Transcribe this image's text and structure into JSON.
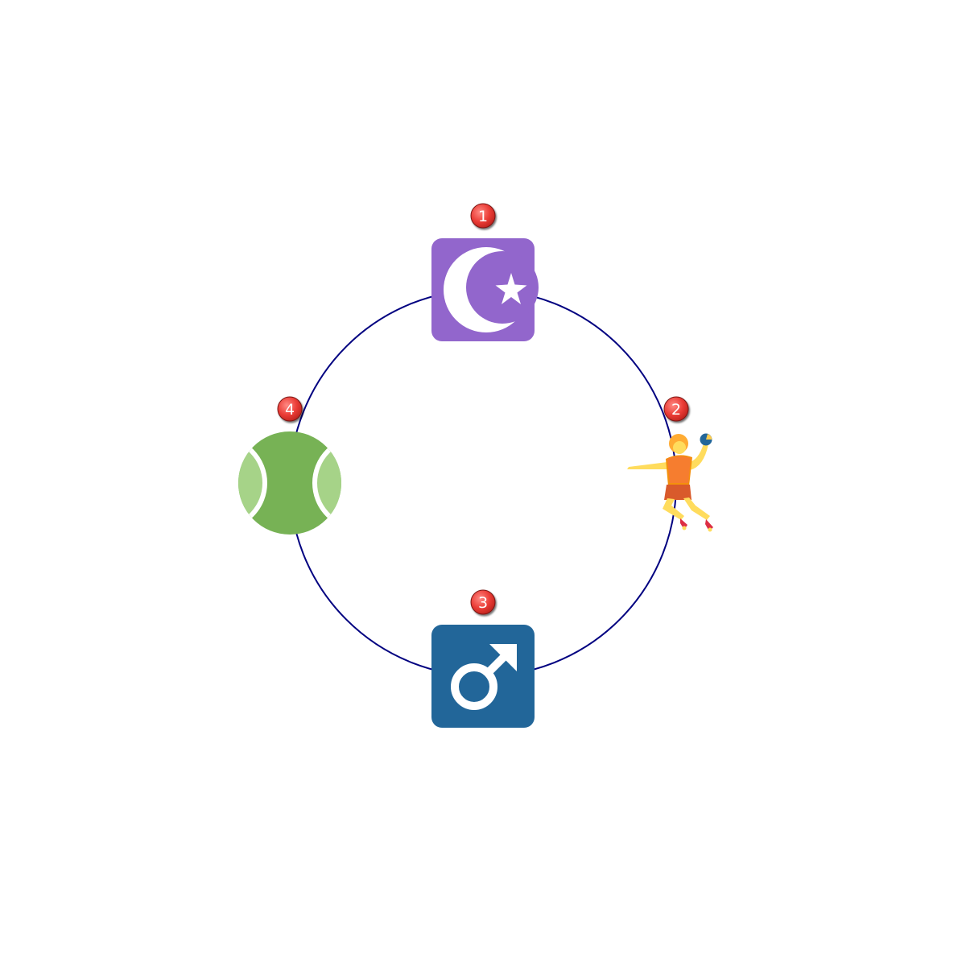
{
  "diagram": {
    "ring_color": "#000080",
    "badge_color": "#e8413b",
    "nodes": [
      {
        "id": "node-1",
        "badge": "1",
        "icon": "star-and-crescent-icon",
        "color": "#9266cc"
      },
      {
        "id": "node-2",
        "badge": "2",
        "icon": "person-playing-handball-icon",
        "color": "#f4900c"
      },
      {
        "id": "node-3",
        "badge": "3",
        "icon": "male-sign-icon",
        "color": "#226699"
      },
      {
        "id": "node-4",
        "badge": "4",
        "icon": "tennis-ball-icon",
        "color": "#77b255"
      }
    ]
  }
}
